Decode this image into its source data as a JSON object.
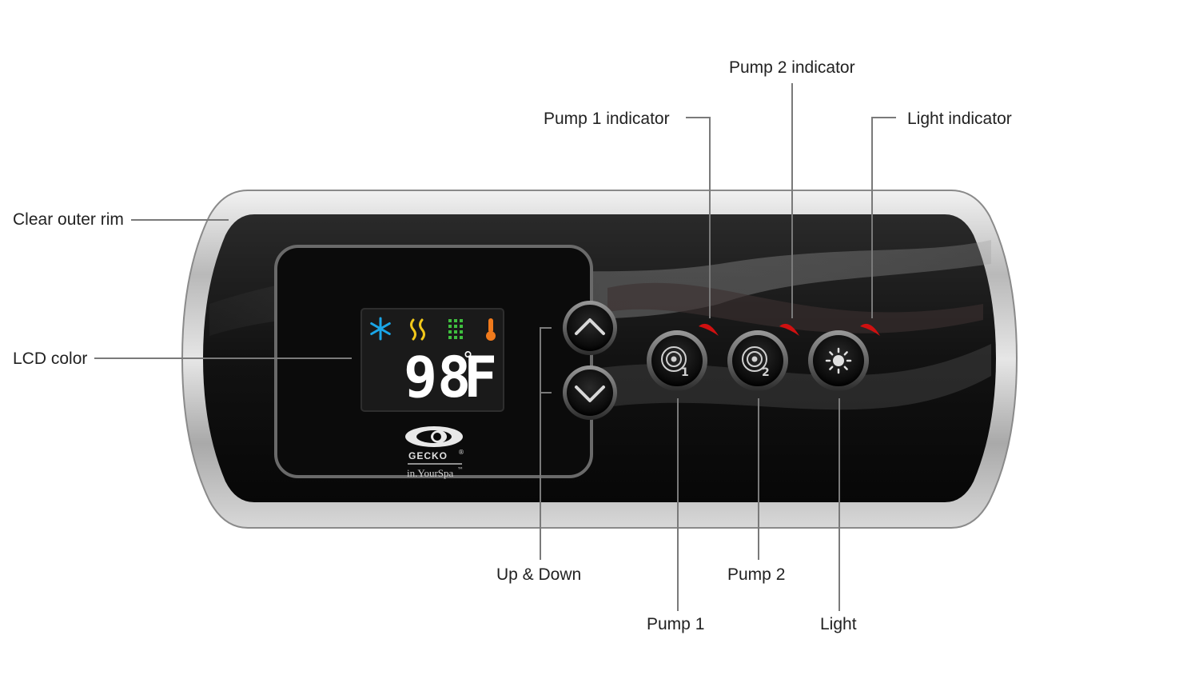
{
  "callouts": {
    "clear_outer_rim": "Clear outer rim",
    "lcd_color": "LCD color",
    "pump1_indicator": "Pump 1 indicator",
    "pump2_indicator": "Pump 2 indicator",
    "light_indicator": "Light indicator",
    "up_down": "Up & Down",
    "pump1": "Pump 1",
    "pump2": "Pump 2",
    "light": "Light"
  },
  "lcd": {
    "temperature_value": "98",
    "temperature_unit": "F",
    "degree_symbol": "°",
    "status_icons": [
      "snowflake-icon",
      "heat-icon",
      "filter-icon",
      "thermometer-icon"
    ]
  },
  "brand": {
    "name": "GECKO",
    "registered": "®",
    "product": "in.YourSpa",
    "trademark": "™"
  },
  "colors": {
    "snowflake": "#1aa6e8",
    "heat": "#f2c81a",
    "filter": "#3fbf3f",
    "thermometer": "#f07a1c",
    "indicator_led": "#d01010",
    "panel_face": "#111111",
    "callout_line": "#7a7a7a"
  },
  "buttons": [
    "up-button",
    "down-button",
    "pump1-button",
    "pump2-button",
    "light-button"
  ]
}
